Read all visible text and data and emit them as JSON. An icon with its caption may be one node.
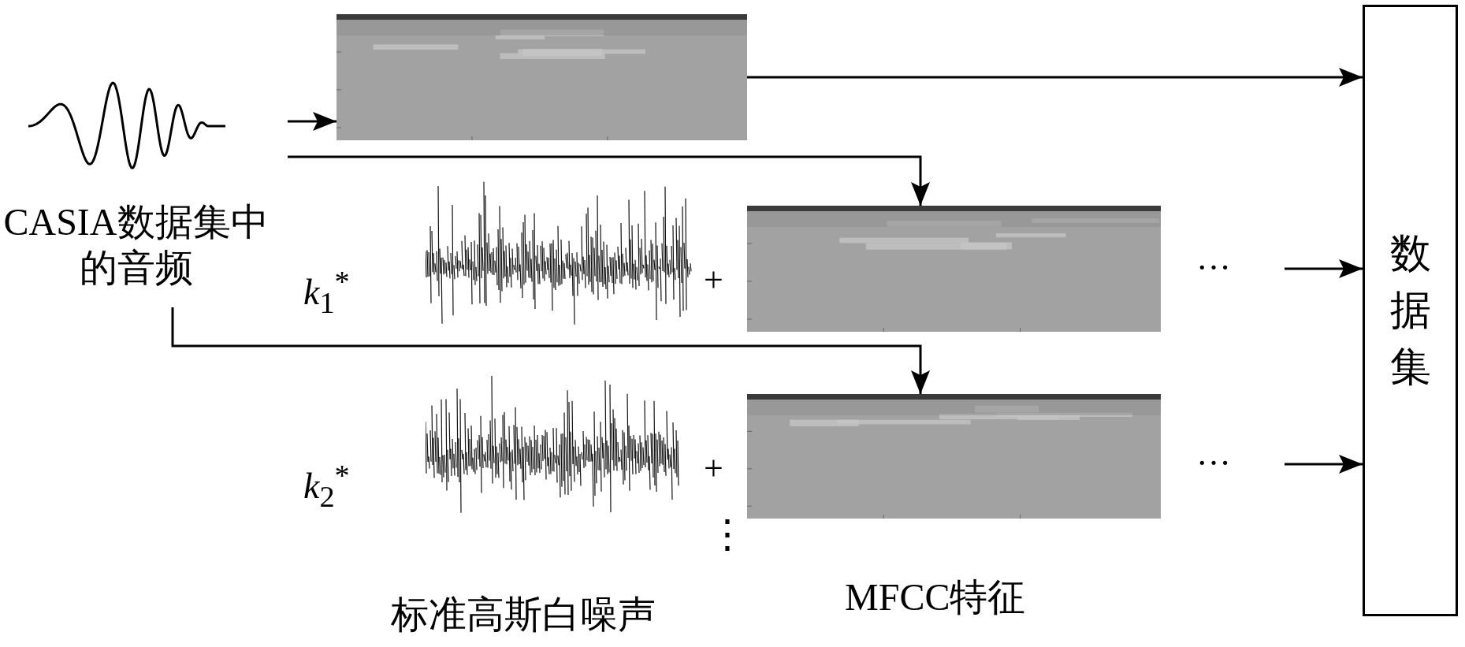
{
  "diagram": {
    "nodes": [
      {
        "text": [
          "CASIA数据集中的音频"
        ]
      },
      {
        "text": [],
        "shape": "picture"
      },
      {
        "text": [],
        "shape": "picture"
      },
      {
        "text": [],
        "shape": "picture"
      },
      {
        "text": [
          "数据集"
        ]
      }
    ],
    "edges": [
      {
        "from": 0,
        "to": 1,
        "arrow": "to"
      },
      {
        "from": 0,
        "to": 2,
        "arrow": "to"
      },
      {
        "from": 0,
        "to": 3,
        "arrow": "to"
      },
      {
        "from": 1,
        "to": 4,
        "arrow": "to"
      },
      {
        "from": null,
        "to": 4,
        "arrow": "to"
      },
      {
        "from": null,
        "to": 4,
        "arrow": "to"
      }
    ],
    "labels": [
      "*k*$_{1}$$^{*}$",
      "+",
      "···",
      "*k*$_{2}$$^{*}$",
      "+",
      "···",
      "⋮",
      "标准高斯白噪声",
      "MFCC特征"
    ]
  }
}
